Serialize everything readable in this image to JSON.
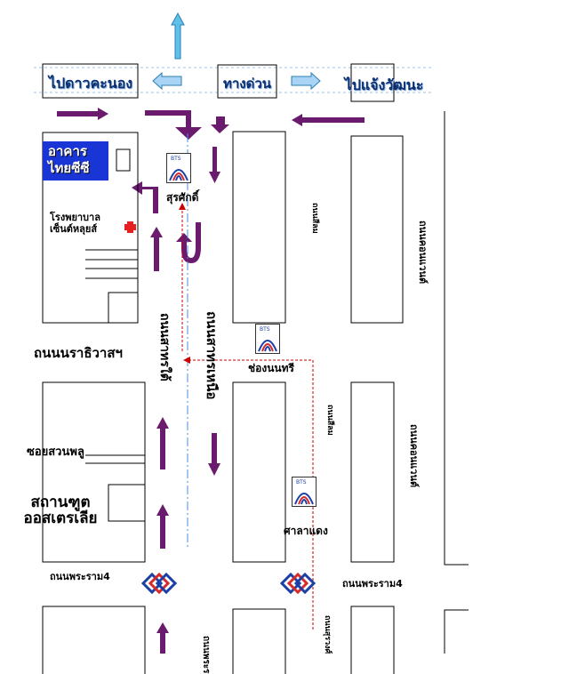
{
  "map": {
    "top_signs": {
      "left": "ไปดาวคะนอง",
      "center": "ทางด่วน",
      "right": "ไปแจ้งวัฒนะ"
    },
    "building": {
      "name_line1": "อาคาร",
      "name_line2": "ไทยซีซี"
    },
    "hospital": {
      "line1": "โรงพยาบาล",
      "line2": "เซ็นต์หลุยส์"
    },
    "stations": {
      "surasak": "สุรศักดิ์",
      "chong_nonsi": "ช่องนนทรี",
      "sala_daeng": "ศาลาแดง"
    },
    "roads": {
      "narathiwat": "ถนนนราธิวาสฯ",
      "sathorn_north": "ถนนสาทรเหนือ",
      "sathorn_south_left": "ถนนสาทรใต้",
      "soi_suan_phlu": "ซอยสวนพลู",
      "rama4_left": "ถนนพระราม4",
      "rama4_right": "ถนนพระราม4",
      "vertical_mid_top": "ถนนสีลม",
      "vertical_mid_bottom": "ถนนสีลม",
      "vertical_right_top": "ถนนคอนแวนต์",
      "vertical_right_bottom": "ถนนคอนแวนต์",
      "bottom_left": "ถนนพระราม",
      "bottom_mid": "ถนนสุรวงศ์"
    },
    "embassy": {
      "line1": "สถานฑูต",
      "line2": "ออสเตรเลีย"
    },
    "colors": {
      "arrow_purple": "#6a1b6e",
      "route_red": "#cc0000",
      "sign_blue": "#1a35d6",
      "expressway_blue": "#8ec8f0"
    },
    "icons": {
      "bts": "bts-logo-icon",
      "mrt": "mrt-logo-icon",
      "hospital": "red-cross-icon"
    }
  }
}
